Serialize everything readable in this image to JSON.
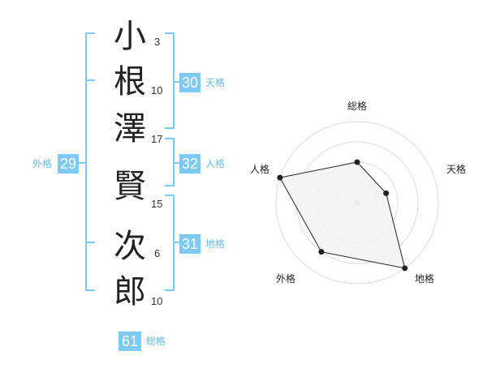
{
  "name_chars": [
    {
      "char": "小",
      "strokes": "3"
    },
    {
      "char": "根",
      "strokes": "10"
    },
    {
      "char": "澤",
      "strokes": "17"
    },
    {
      "char": "賢",
      "strokes": "15"
    },
    {
      "char": "次",
      "strokes": "6"
    },
    {
      "char": "郎",
      "strokes": "10"
    }
  ],
  "kakusu": {
    "tenkaku": {
      "value": "30",
      "label": "天格"
    },
    "jinkaku": {
      "value": "32",
      "label": "人格"
    },
    "chikaku": {
      "value": "31",
      "label": "地格"
    },
    "gaikaku": {
      "value": "29",
      "label": "外格"
    },
    "soukaku": {
      "value": "61",
      "label": "総格"
    }
  },
  "radar": {
    "axes": [
      "総格",
      "天格",
      "地格",
      "外格",
      "人格"
    ],
    "levels": 4,
    "max": 4,
    "values": [
      2,
      1.5,
      4,
      3,
      4
    ],
    "fill_color": "#f2f2f2",
    "line_color": "#222222",
    "grid_color": "#dddddd"
  }
}
